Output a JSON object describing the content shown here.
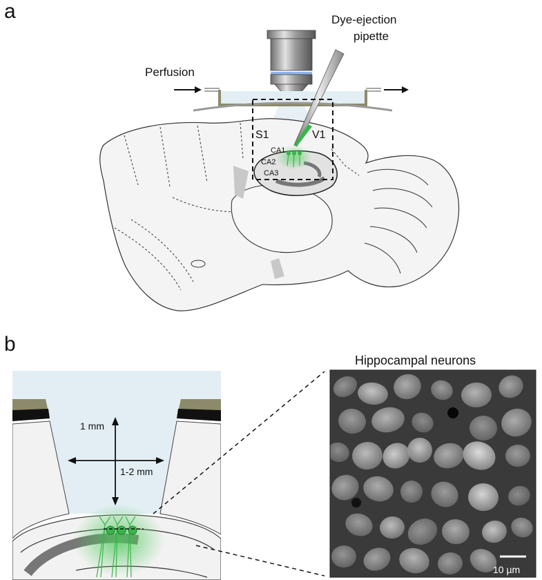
{
  "panel_a": {
    "letter": "a",
    "pipette_label_line1": "Dye-ejection",
    "pipette_label_line2": "pipette",
    "perfusion_label": "Perfusion",
    "region_s1": "S1",
    "region_v1": "V1",
    "region_ca1": "CA1",
    "region_ca2": "CA2",
    "region_ca3": "CA3"
  },
  "panel_b": {
    "letter": "b",
    "depth_label": "1 mm",
    "width_label": "1-2 mm",
    "image_title": "Hippocampal neurons",
    "scale_bar_label": "10 µm"
  },
  "colors": {
    "accent_green": "#39b54a",
    "bath_blue": "#e3eef4",
    "chamber_olive": "#8c8a6a",
    "tissue_gray": "#c8c8c8"
  }
}
